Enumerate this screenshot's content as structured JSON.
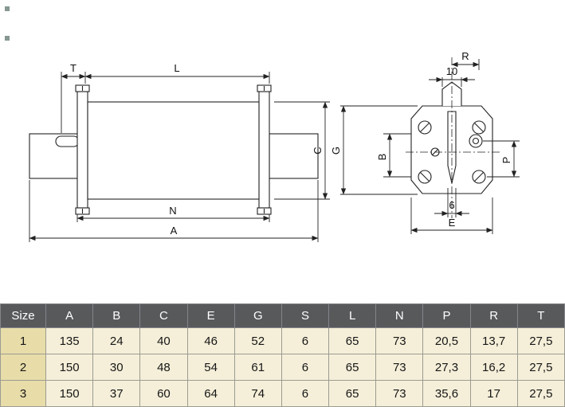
{
  "drawing": {
    "dimension_labels": {
      "T": "T",
      "L": "L",
      "N": "N",
      "A": "A",
      "C": "C",
      "G": "G",
      "B": "B",
      "P": "P",
      "R": "R",
      "E": "E",
      "blade_width": "10",
      "blade_thickness": "6"
    },
    "line_color": "#222222"
  },
  "table": {
    "header_bg": "#58595b",
    "header_fg": "#ffffff",
    "size_col_bg": "#e8dda9",
    "cell_bg": "#f5efd9",
    "columns": [
      "Size",
      "A",
      "B",
      "C",
      "E",
      "G",
      "S",
      "L",
      "N",
      "P",
      "R",
      "T"
    ],
    "rows": [
      {
        "size": "1",
        "values": [
          "135",
          "24",
          "40",
          "46",
          "52",
          "6",
          "65",
          "73",
          "20,5",
          "13,7",
          "27,5"
        ]
      },
      {
        "size": "2",
        "values": [
          "150",
          "30",
          "48",
          "54",
          "61",
          "6",
          "65",
          "73",
          "27,3",
          "16,2",
          "27,5"
        ]
      },
      {
        "size": "3",
        "values": [
          "150",
          "37",
          "60",
          "64",
          "74",
          "6",
          "65",
          "73",
          "35,6",
          "17",
          "27,5"
        ]
      }
    ]
  }
}
